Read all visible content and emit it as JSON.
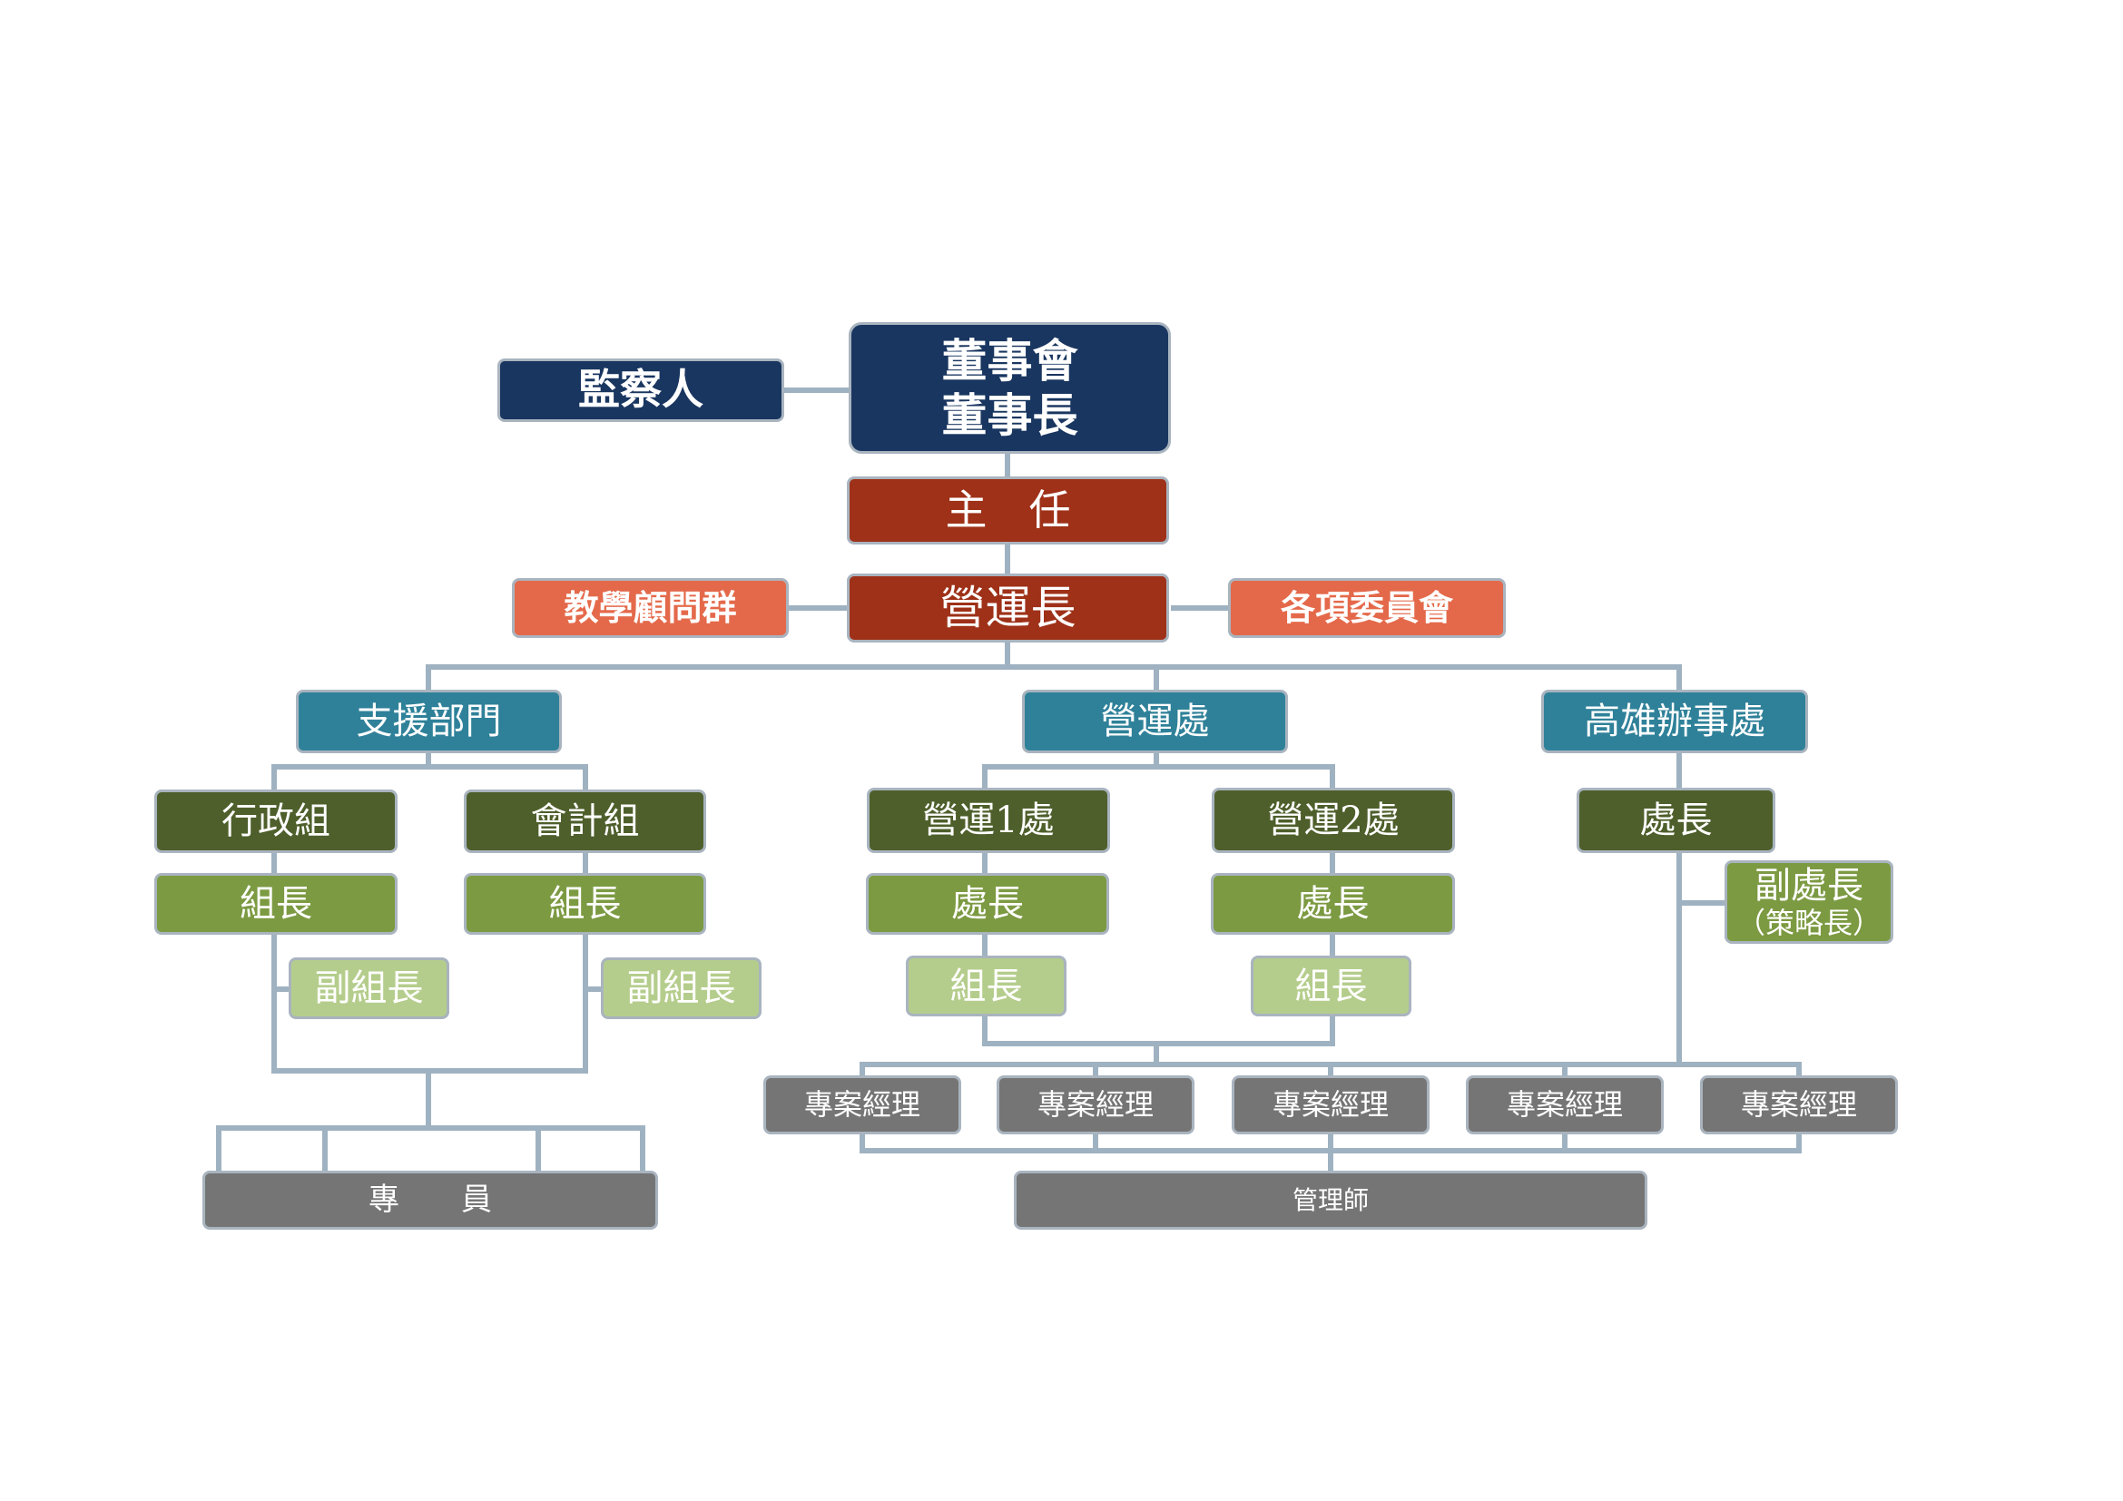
{
  "org": {
    "supervisor": "監察人",
    "board": {
      "line1": "董事會",
      "line2": "董事長"
    },
    "director": "主　任",
    "coo": "營運長",
    "advisors": "教學顧問群",
    "committees": "各項委員會",
    "support": {
      "title": "支援部門",
      "admin": {
        "title": "行政組",
        "leader": "組長",
        "deputy": "副組長"
      },
      "accounting": {
        "title": "會計組",
        "leader": "組長",
        "deputy": "副組長"
      },
      "staff": "專　　員"
    },
    "operations": {
      "title": "營運處",
      "op1": {
        "title": "營運1處",
        "head": "處長",
        "leader": "組長"
      },
      "op2": {
        "title": "營運2處",
        "head": "處長",
        "leader": "組長"
      }
    },
    "kaohsiung": {
      "title": "高雄辦事處",
      "head": "處長",
      "deputy": "副處長",
      "deputy_note": "（策略長）"
    },
    "project_managers": [
      "專案經理",
      "專案經理",
      "專案經理",
      "專案經理",
      "專案經理"
    ],
    "administrators": "管理師"
  },
  "colors": {
    "connector": "#9fb2c1",
    "navy": "#193660",
    "dark_red": "#9e3118",
    "coral": "#e4694a",
    "teal": "#2f8199",
    "dark_green": "#4e5f2b",
    "mid_green": "#7c9a42",
    "light_green": "#b5cd8c",
    "gray": "#757575"
  }
}
